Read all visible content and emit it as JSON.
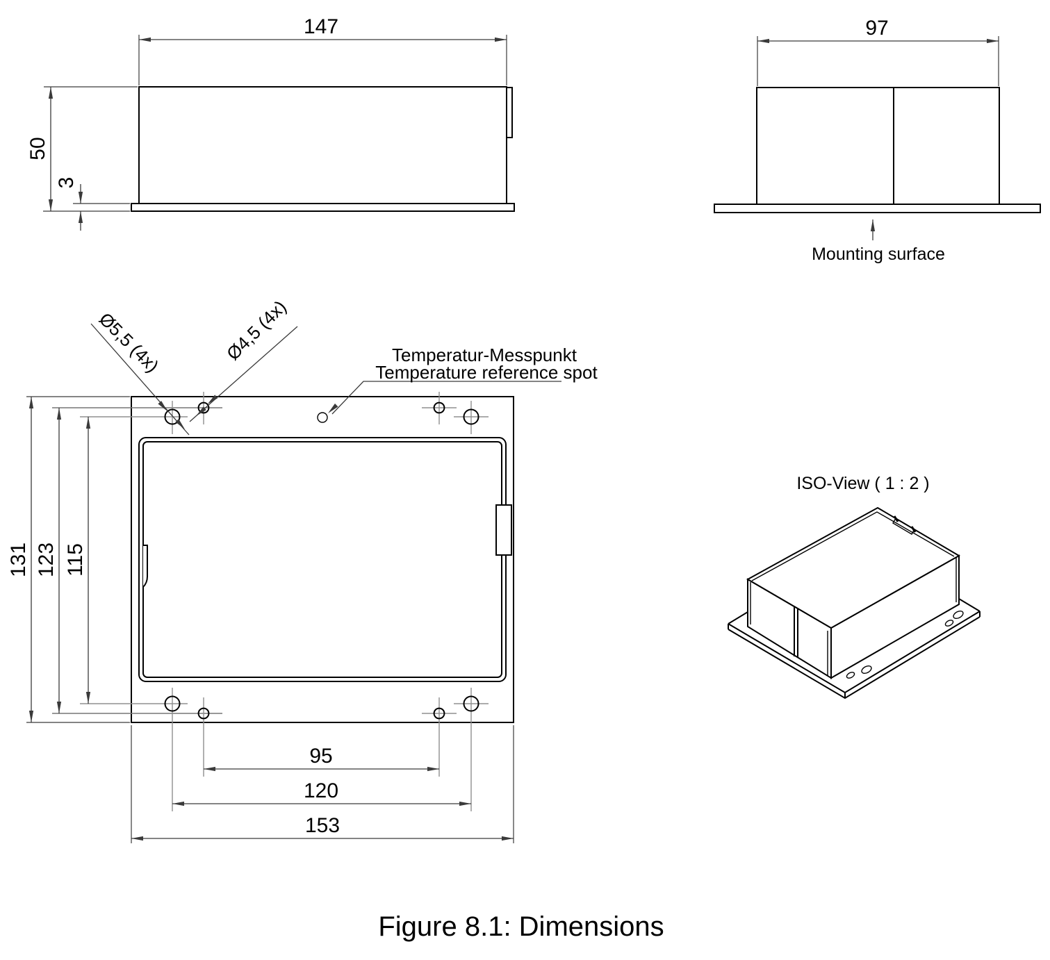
{
  "front_view": {
    "width": "147",
    "height": "50",
    "plate_thickness": "3"
  },
  "side_view": {
    "width": "97",
    "mounting_label": "Mounting surface"
  },
  "bottom_view": {
    "overall_height": "131",
    "small_hole_v_spacing": "123",
    "large_hole_v_spacing": "115",
    "small_hole_h_spacing": "95",
    "large_hole_h_spacing": "120",
    "overall_width": "153",
    "large_hole_callout": "Ø5,5 (4x)",
    "small_hole_callout": "Ø4,5 (4x)",
    "temp_label_de": "Temperatur-Messpunkt",
    "temp_label_en": "Temperature reference spot"
  },
  "iso_view": {
    "title": "ISO-View ( 1 : 2 )"
  },
  "caption": "Figure 8.1: Dimensions",
  "colors": {
    "line": "#000000",
    "dimension": "#3a3a3a",
    "centerline": "#8f8f8f",
    "background": "#ffffff"
  }
}
